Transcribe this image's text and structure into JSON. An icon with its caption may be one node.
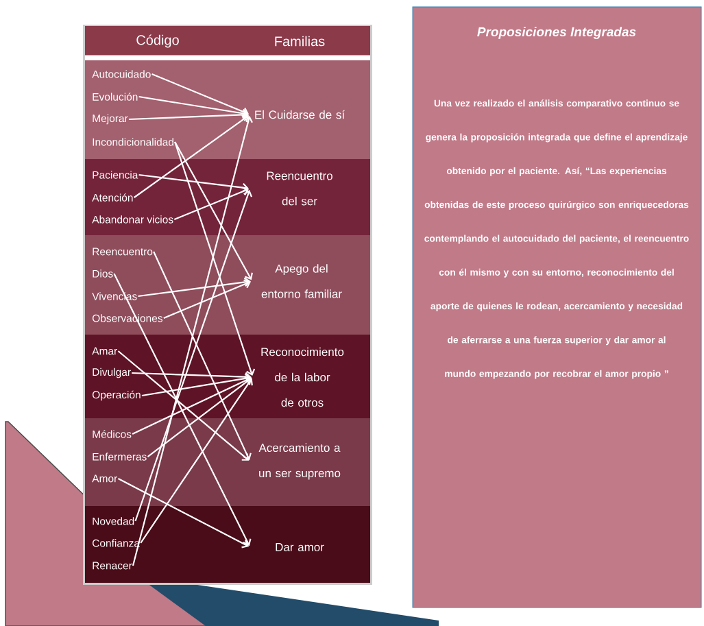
{
  "diagram": {
    "nodes": [
      {
        "text": [
          "Autocuidado"
        ]
      },
      {
        "text": [
          "Evolución"
        ]
      },
      {
        "text": [
          "Mejorar"
        ]
      },
      {
        "text": [
          "Incondicionalidad"
        ]
      },
      {
        "text": [
          "Paciencia"
        ]
      },
      {
        "text": [
          "Atención"
        ]
      },
      {
        "text": [
          "Abandonar vicios"
        ]
      },
      {
        "text": [
          "Reencuentro"
        ]
      },
      {
        "text": [
          "Dios"
        ]
      },
      {
        "text": [
          "Vivencias"
        ]
      },
      {
        "text": [
          "Observaciones"
        ]
      },
      {
        "text": [
          "Amar"
        ]
      },
      {
        "text": [
          "Divulgar"
        ]
      },
      {
        "text": [
          "Operación"
        ]
      },
      {
        "text": [
          "Médicos"
        ]
      },
      {
        "text": [
          "Enfermeras"
        ]
      },
      {
        "text": [
          "Amor"
        ]
      },
      {
        "text": [
          "Novedad"
        ]
      },
      {
        "text": [
          "Confianza"
        ]
      },
      {
        "text": [
          "Renacer"
        ]
      },
      {
        "text": [
          "El Cuidarse de sí"
        ]
      },
      {
        "text": [
          "Reencuentro del ser"
        ]
      },
      {
        "text": [
          "Apego del entorno familiar"
        ]
      },
      {
        "text": [
          "Reconocimiento de la labor de otros"
        ]
      },
      {
        "text": [
          "Acercamiento a un ser supremo"
        ]
      },
      {
        "text": [
          "Dar amor"
        ]
      },
      {
        "text": [
          "Proposiciones  Integradas",
          "Una vez realizado el análisis comparativo continuo se genera la proposición  integrada que define  el aprendizaje obtenido por el paciente. Así,  “Las experiencias obtenidas de este proceso quirúrgico son enriquecedoras contemplando el autocuidado del paciente, el reencuentro con él mismo y con su entorno, reconocimiento del aporte de quienes le rodean, acercamiento y necesidad de aferrarse a una fuerza superior y dar amor al mundo empezando por recobrar  el amor propio ”"
        ]
      }
    ],
    "edges": [
      {
        "from": 0,
        "to": 20,
        "arrow": "to"
      },
      {
        "from": 1,
        "to": 20,
        "arrow": "to"
      },
      {
        "from": 2,
        "to": 20,
        "arrow": "to"
      },
      {
        "from": 5,
        "to": 20,
        "arrow": "to"
      },
      {
        "from": 19,
        "to": 20,
        "arrow": "to"
      },
      {
        "from": 4,
        "to": 21,
        "arrow": "to"
      },
      {
        "from": 6,
        "to": 21,
        "arrow": "to"
      },
      {
        "from": 17,
        "to": 21,
        "arrow": "to"
      },
      {
        "from": 3,
        "to": 22,
        "arrow": "to"
      },
      {
        "from": 9,
        "to": 22,
        "arrow": "to"
      },
      {
        "from": 10,
        "to": 22,
        "arrow": "to"
      },
      {
        "from": 3,
        "to": 23,
        "arrow": "to"
      },
      {
        "from": 12,
        "to": 23,
        "arrow": "to"
      },
      {
        "from": 13,
        "to": 23,
        "arrow": "to"
      },
      {
        "from": 14,
        "to": 23,
        "arrow": "to"
      },
      {
        "from": 15,
        "to": 23,
        "arrow": "to"
      },
      {
        "from": 18,
        "to": 23,
        "arrow": "to"
      },
      {
        "from": 7,
        "to": 24,
        "arrow": "to"
      },
      {
        "from": 11,
        "to": 24,
        "arrow": "to"
      },
      {
        "from": 8,
        "to": 25,
        "arrow": "to"
      },
      {
        "from": 16,
        "to": 25,
        "arrow": "to"
      }
    ],
    "labels": [
      "Código",
      "Familias"
    ]
  }
}
